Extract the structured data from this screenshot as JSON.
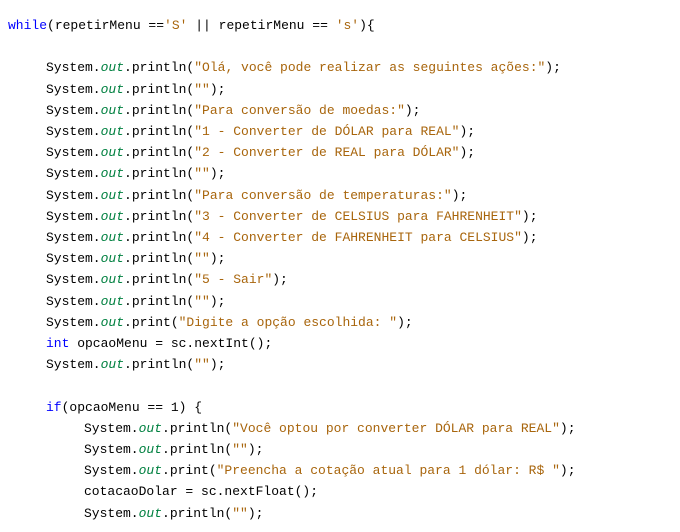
{
  "editor": {
    "colors": {
      "background": "#ffffff",
      "keyword": "#0000ff",
      "string": "#a8650c",
      "field": "#008040",
      "plain": "#000000"
    },
    "lines": [
      {
        "indent": 0,
        "tokens": [
          {
            "t": "kw",
            "v": "while"
          },
          {
            "t": "plain",
            "v": "(repetirMenu =="
          },
          {
            "t": "str",
            "v": "'S'"
          },
          {
            "t": "plain",
            "v": " || repetirMenu == "
          },
          {
            "t": "str",
            "v": "'s'"
          },
          {
            "t": "plain",
            "v": "){"
          }
        ]
      },
      {
        "indent": 0,
        "tokens": []
      },
      {
        "indent": 1,
        "tokens": [
          {
            "t": "plain",
            "v": "System."
          },
          {
            "t": "field",
            "v": "out"
          },
          {
            "t": "plain",
            "v": ".println("
          },
          {
            "t": "str",
            "v": "\"Olá, você pode realizar as seguintes ações:\""
          },
          {
            "t": "plain",
            "v": ");"
          }
        ]
      },
      {
        "indent": 1,
        "tokens": [
          {
            "t": "plain",
            "v": "System."
          },
          {
            "t": "field",
            "v": "out"
          },
          {
            "t": "plain",
            "v": ".println("
          },
          {
            "t": "str",
            "v": "\"\""
          },
          {
            "t": "plain",
            "v": ");"
          }
        ]
      },
      {
        "indent": 1,
        "tokens": [
          {
            "t": "plain",
            "v": "System."
          },
          {
            "t": "field",
            "v": "out"
          },
          {
            "t": "plain",
            "v": ".println("
          },
          {
            "t": "str",
            "v": "\"Para conversão de moedas:\""
          },
          {
            "t": "plain",
            "v": ");"
          }
        ]
      },
      {
        "indent": 1,
        "tokens": [
          {
            "t": "plain",
            "v": "System."
          },
          {
            "t": "field",
            "v": "out"
          },
          {
            "t": "plain",
            "v": ".println("
          },
          {
            "t": "str",
            "v": "\"1 - Converter de DÓLAR para REAL\""
          },
          {
            "t": "plain",
            "v": ");"
          }
        ]
      },
      {
        "indent": 1,
        "tokens": [
          {
            "t": "plain",
            "v": "System."
          },
          {
            "t": "field",
            "v": "out"
          },
          {
            "t": "plain",
            "v": ".println("
          },
          {
            "t": "str",
            "v": "\"2 - Converter de REAL para DÓLAR\""
          },
          {
            "t": "plain",
            "v": ");"
          }
        ]
      },
      {
        "indent": 1,
        "tokens": [
          {
            "t": "plain",
            "v": "System."
          },
          {
            "t": "field",
            "v": "out"
          },
          {
            "t": "plain",
            "v": ".println("
          },
          {
            "t": "str",
            "v": "\"\""
          },
          {
            "t": "plain",
            "v": ");"
          }
        ]
      },
      {
        "indent": 1,
        "tokens": [
          {
            "t": "plain",
            "v": "System."
          },
          {
            "t": "field",
            "v": "out"
          },
          {
            "t": "plain",
            "v": ".println("
          },
          {
            "t": "str",
            "v": "\"Para conversão de temperaturas:\""
          },
          {
            "t": "plain",
            "v": ");"
          }
        ]
      },
      {
        "indent": 1,
        "tokens": [
          {
            "t": "plain",
            "v": "System."
          },
          {
            "t": "field",
            "v": "out"
          },
          {
            "t": "plain",
            "v": ".println("
          },
          {
            "t": "str",
            "v": "\"3 - Converter de CELSIUS para FAHRENHEIT\""
          },
          {
            "t": "plain",
            "v": ");"
          }
        ]
      },
      {
        "indent": 1,
        "tokens": [
          {
            "t": "plain",
            "v": "System."
          },
          {
            "t": "field",
            "v": "out"
          },
          {
            "t": "plain",
            "v": ".println("
          },
          {
            "t": "str",
            "v": "\"4 - Converter de FAHRENHEIT para CELSIUS\""
          },
          {
            "t": "plain",
            "v": ");"
          }
        ]
      },
      {
        "indent": 1,
        "tokens": [
          {
            "t": "plain",
            "v": "System."
          },
          {
            "t": "field",
            "v": "out"
          },
          {
            "t": "plain",
            "v": ".println("
          },
          {
            "t": "str",
            "v": "\"\""
          },
          {
            "t": "plain",
            "v": ");"
          }
        ]
      },
      {
        "indent": 1,
        "tokens": [
          {
            "t": "plain",
            "v": "System."
          },
          {
            "t": "field",
            "v": "out"
          },
          {
            "t": "plain",
            "v": ".println("
          },
          {
            "t": "str",
            "v": "\"5 - Sair\""
          },
          {
            "t": "plain",
            "v": ");"
          }
        ]
      },
      {
        "indent": 1,
        "tokens": [
          {
            "t": "plain",
            "v": "System."
          },
          {
            "t": "field",
            "v": "out"
          },
          {
            "t": "plain",
            "v": ".println("
          },
          {
            "t": "str",
            "v": "\"\""
          },
          {
            "t": "plain",
            "v": ");"
          }
        ]
      },
      {
        "indent": 1,
        "tokens": [
          {
            "t": "plain",
            "v": "System."
          },
          {
            "t": "field",
            "v": "out"
          },
          {
            "t": "plain",
            "v": ".print("
          },
          {
            "t": "str",
            "v": "\"Digite a opção escolhida: \""
          },
          {
            "t": "plain",
            "v": ");"
          }
        ]
      },
      {
        "indent": 1,
        "tokens": [
          {
            "t": "kw",
            "v": "int"
          },
          {
            "t": "plain",
            "v": " opcaoMenu = sc.nextInt();"
          }
        ]
      },
      {
        "indent": 1,
        "tokens": [
          {
            "t": "plain",
            "v": "System."
          },
          {
            "t": "field",
            "v": "out"
          },
          {
            "t": "plain",
            "v": ".println("
          },
          {
            "t": "str",
            "v": "\"\""
          },
          {
            "t": "plain",
            "v": ");"
          }
        ]
      },
      {
        "indent": 0,
        "tokens": []
      },
      {
        "indent": 1,
        "tokens": [
          {
            "t": "kw",
            "v": "if"
          },
          {
            "t": "plain",
            "v": "(opcaoMenu == 1) {"
          }
        ]
      },
      {
        "indent": 2,
        "tokens": [
          {
            "t": "plain",
            "v": "System."
          },
          {
            "t": "field",
            "v": "out"
          },
          {
            "t": "plain",
            "v": ".println("
          },
          {
            "t": "str",
            "v": "\"Você optou por converter DÓLAR para REAL\""
          },
          {
            "t": "plain",
            "v": ");"
          }
        ]
      },
      {
        "indent": 2,
        "tokens": [
          {
            "t": "plain",
            "v": "System."
          },
          {
            "t": "field",
            "v": "out"
          },
          {
            "t": "plain",
            "v": ".println("
          },
          {
            "t": "str",
            "v": "\"\""
          },
          {
            "t": "plain",
            "v": ");"
          }
        ]
      },
      {
        "indent": 2,
        "tokens": [
          {
            "t": "plain",
            "v": "System."
          },
          {
            "t": "field",
            "v": "out"
          },
          {
            "t": "plain",
            "v": ".print("
          },
          {
            "t": "str",
            "v": "\"Preencha a cotação atual para 1 dólar: R$ \""
          },
          {
            "t": "plain",
            "v": ");"
          }
        ]
      },
      {
        "indent": 2,
        "tokens": [
          {
            "t": "plain",
            "v": "cotacaoDolar = sc.nextFloat();"
          }
        ]
      },
      {
        "indent": 2,
        "tokens": [
          {
            "t": "plain",
            "v": "System."
          },
          {
            "t": "field",
            "v": "out"
          },
          {
            "t": "plain",
            "v": ".println("
          },
          {
            "t": "str",
            "v": "\"\""
          },
          {
            "t": "plain",
            "v": ");"
          }
        ]
      }
    ]
  }
}
